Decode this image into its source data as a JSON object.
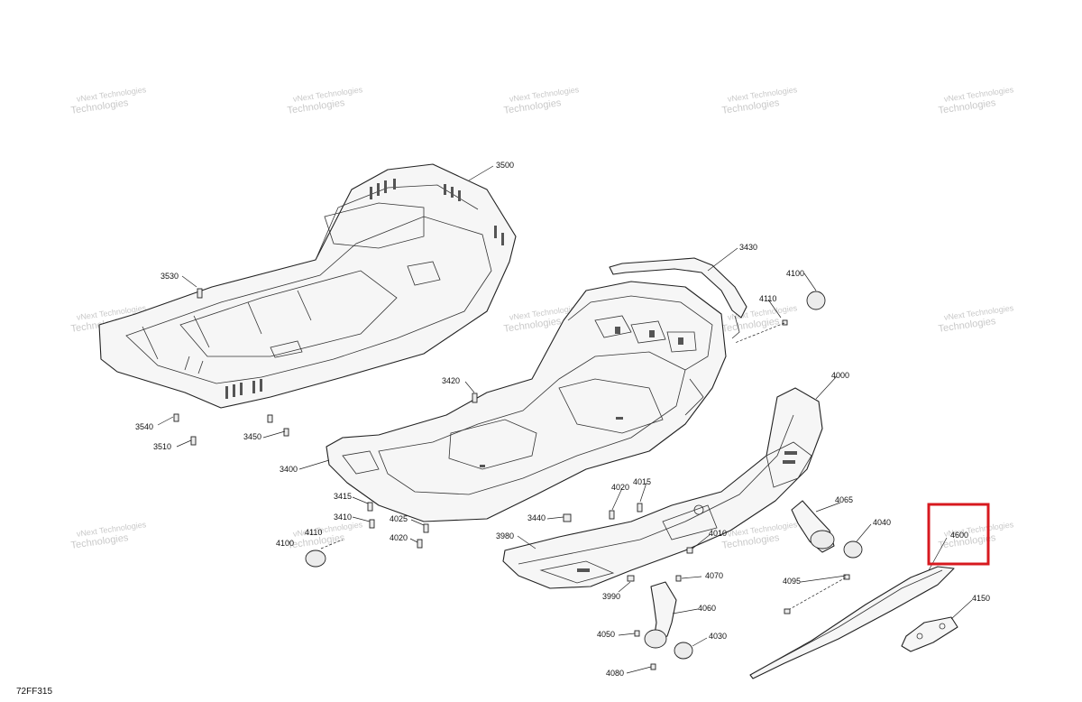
{
  "diagram": {
    "reference_code": "72FF315",
    "watermark_lines": [
      "vNext",
      "Technologies"
    ],
    "callouts": [
      "3500",
      "3430",
      "4100",
      "4110",
      "3530",
      "3420",
      "4000",
      "3540",
      "3510",
      "3450",
      "3400",
      "4015",
      "4020",
      "3415",
      "3410",
      "4025",
      "4065",
      "4040",
      "3440",
      "4010",
      "4110",
      "4100",
      "4020",
      "3980",
      "4600",
      "4070",
      "4095",
      "3990",
      "4060",
      "4150",
      "4050",
      "4030",
      "4080"
    ],
    "highlighted_callout": "4600"
  }
}
